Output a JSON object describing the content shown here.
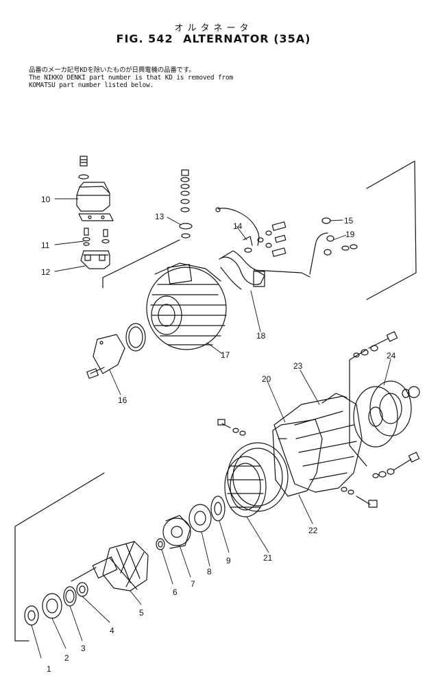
{
  "header": {
    "japanese_title": "オルタネータ",
    "fig_label": "FIG. 542",
    "title": "ALTERNATOR (35A)"
  },
  "note": {
    "line1": "品番のメーカ記号KDを除いたものが日興電機の品番です。",
    "line2": "The NIKKO DENKI part number is that KD is removed from",
    "line3": "KOMATSU part number listed below."
  },
  "callouts": [
    "1",
    "2",
    "3",
    "4",
    "5",
    "6",
    "7",
    "8",
    "9",
    "10",
    "11",
    "12",
    "13",
    "14",
    "15",
    "16",
    "17",
    "18",
    "19",
    "20",
    "21",
    "22",
    "23",
    "24"
  ],
  "colors": {
    "ink": "#111111",
    "paper": "#ffffff"
  }
}
